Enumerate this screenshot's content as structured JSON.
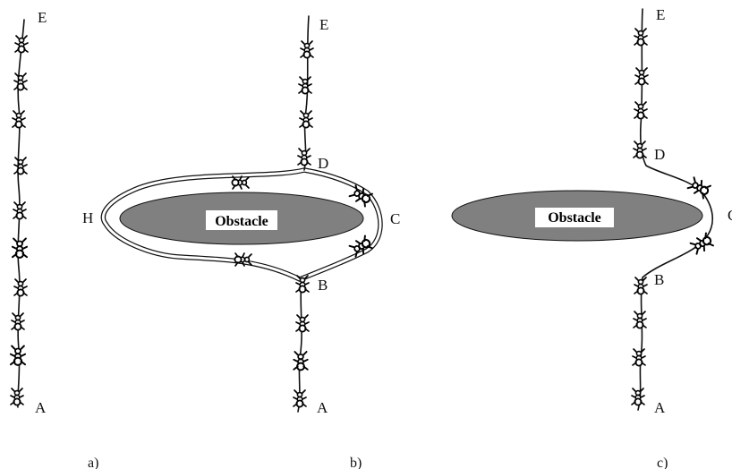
{
  "colors": {
    "obstacle_fill": "#808080",
    "ink": "#111111",
    "background": "#ffffff"
  },
  "icons": {
    "ant": "ant-icon"
  },
  "panels": [
    {
      "id": "a",
      "caption": "a)",
      "labels": {
        "E": "E",
        "A": "A"
      }
    },
    {
      "id": "b",
      "caption": "b)",
      "obstacle": "Obstacle",
      "labels": {
        "E": "E",
        "D": "D",
        "C": "C",
        "H": "H",
        "B": "B",
        "A": "A"
      }
    },
    {
      "id": "c",
      "caption": "c)",
      "obstacle": "Obstacle",
      "labels": {
        "E": "E",
        "D": "D",
        "C": "C",
        "B": "B",
        "A": "A"
      }
    }
  ]
}
